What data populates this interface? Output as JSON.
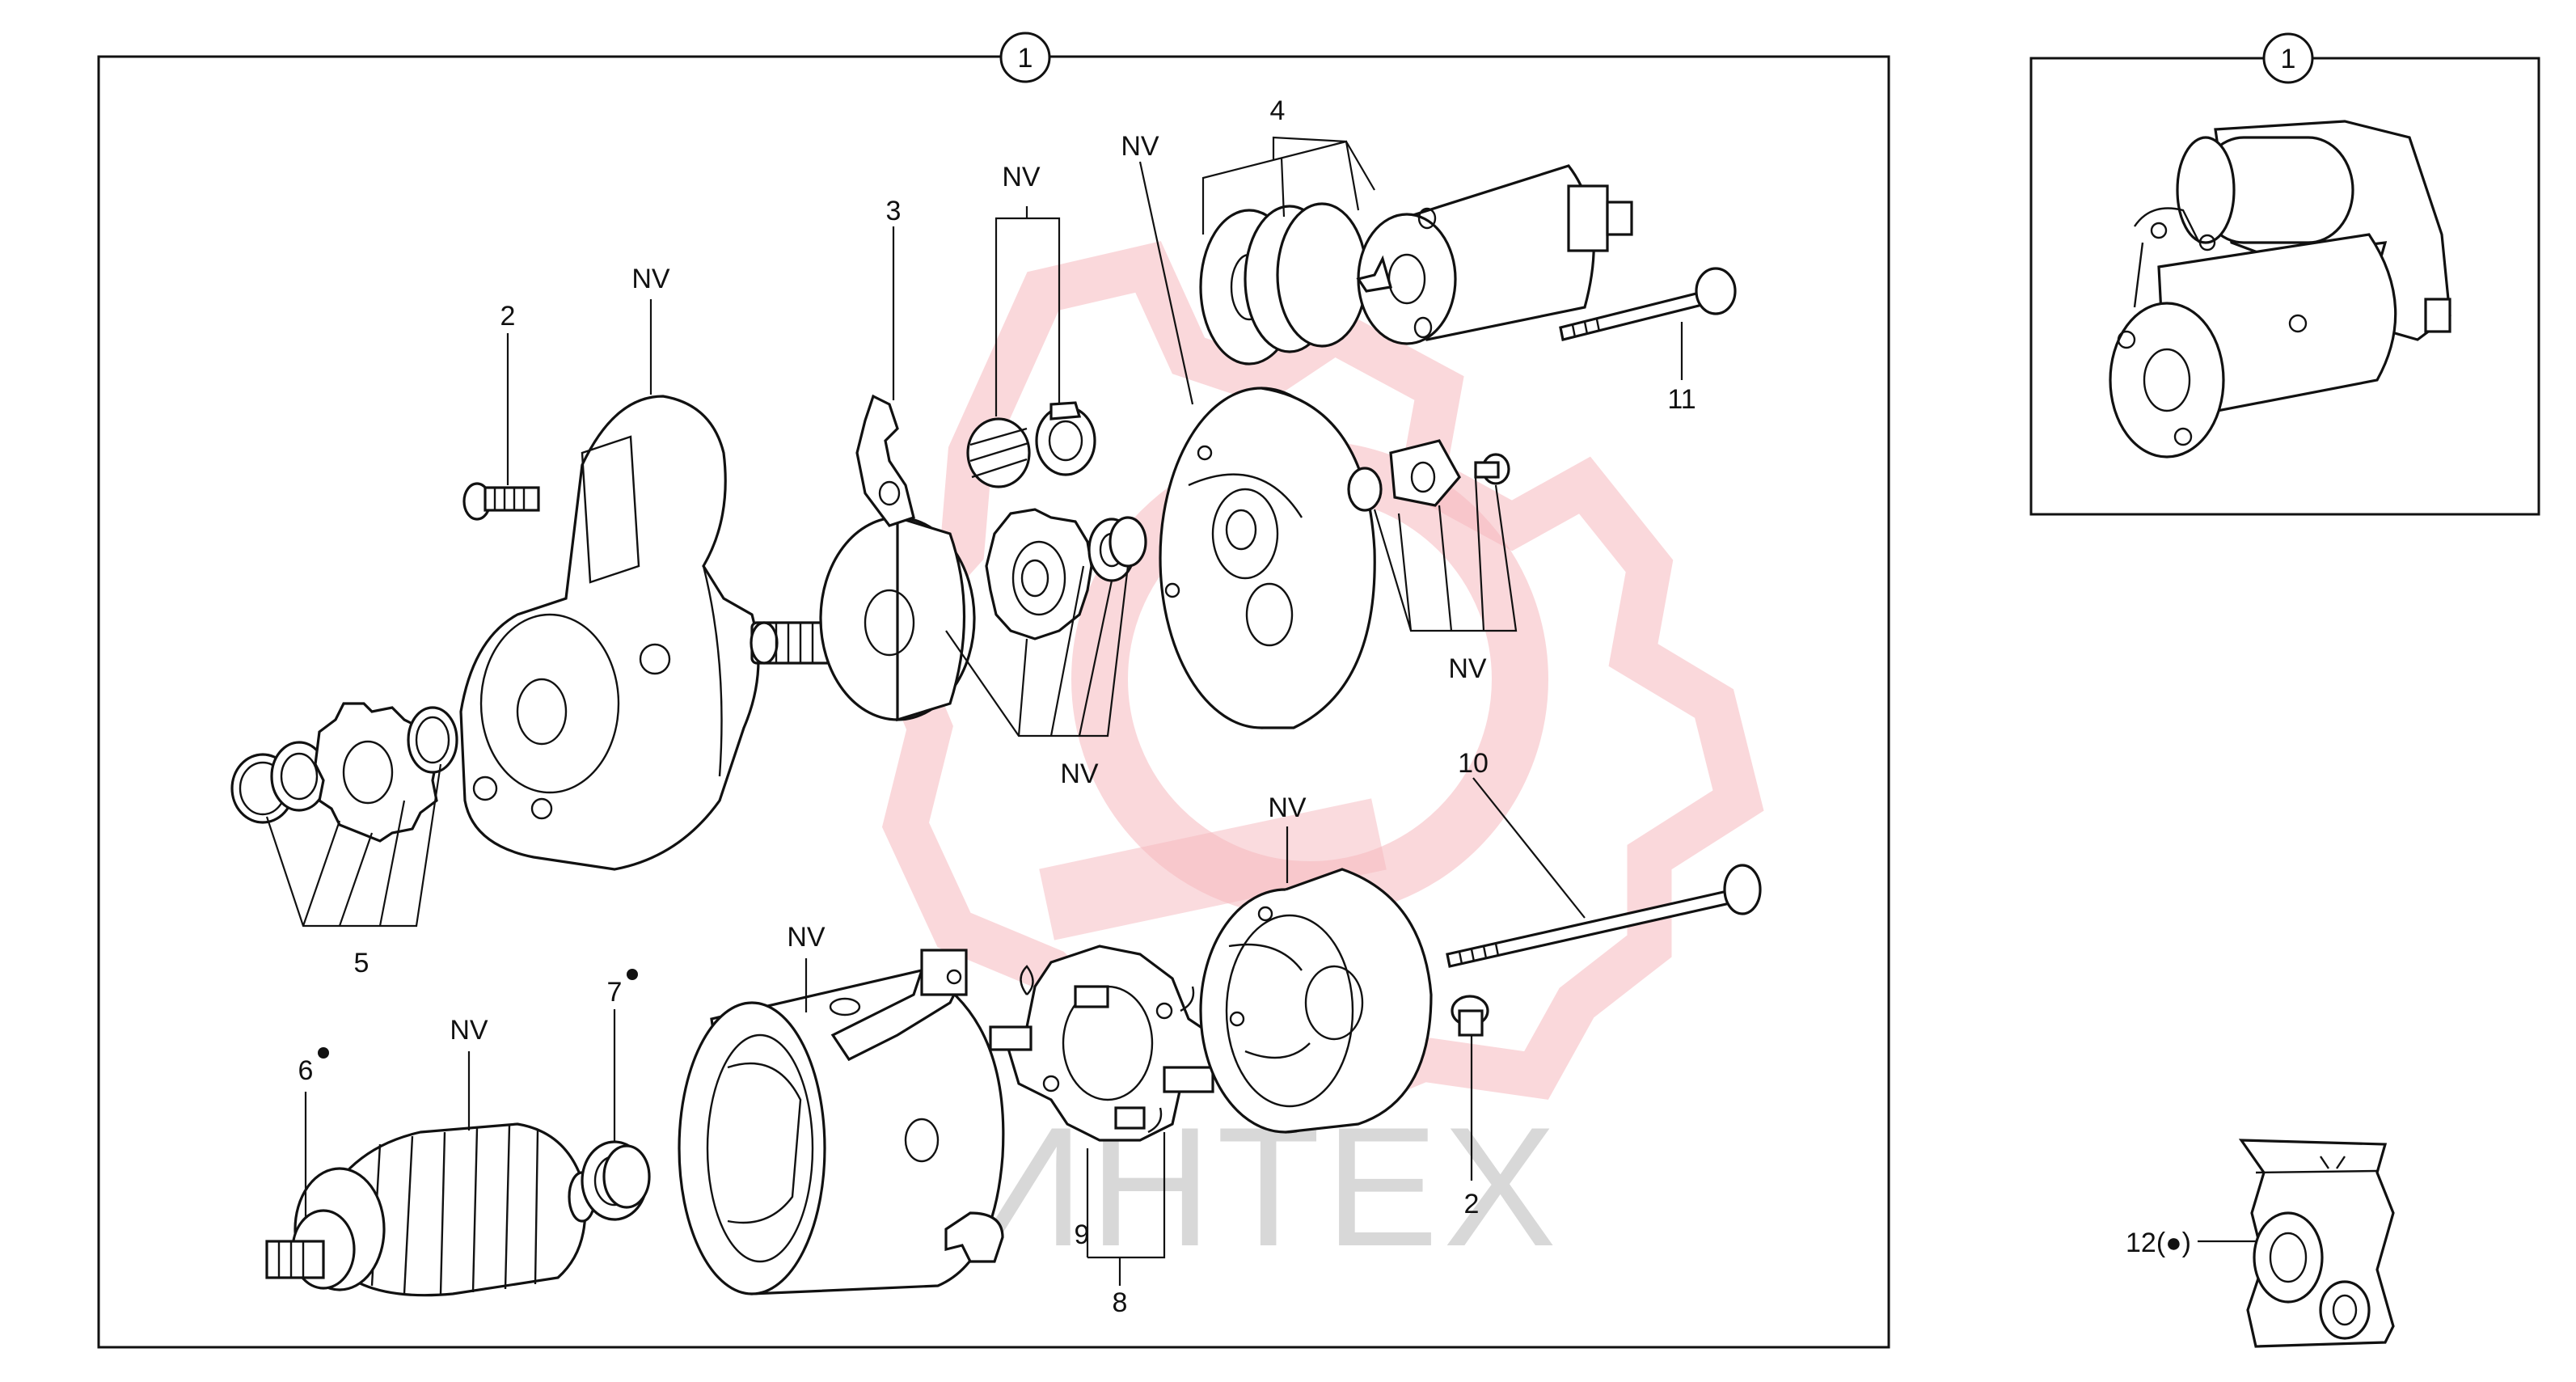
{
  "colors": {
    "ink": "#111111",
    "watermark_gear": "#f6b8be",
    "watermark_text": "#d8d8d8"
  },
  "watermark": {
    "text": "ИНТЕХ"
  },
  "frames": {
    "main": {
      "ref": "1"
    },
    "inset": {
      "ref": "1"
    }
  },
  "labels": [
    {
      "id": "pinion-group",
      "text": "5"
    },
    {
      "id": "screw-left",
      "text": "2"
    },
    {
      "id": "drive-housing",
      "text": "NV"
    },
    {
      "id": "lever",
      "text": "3"
    },
    {
      "id": "springs-top",
      "text": "NV"
    },
    {
      "id": "gear-group",
      "text": "NV"
    },
    {
      "id": "end-plate",
      "text": "NV"
    },
    {
      "id": "solenoid-group",
      "text": "4"
    },
    {
      "id": "solenoid-bolt",
      "text": "11"
    },
    {
      "id": "terminal-group",
      "text": "NV"
    },
    {
      "id": "armature-label",
      "text": "6"
    },
    {
      "id": "armature-nv",
      "text": "NV"
    },
    {
      "id": "bearing-label",
      "text": "7"
    },
    {
      "id": "yoke",
      "text": "NV"
    },
    {
      "id": "brush-holder-inner",
      "text": "9"
    },
    {
      "id": "brush-holder",
      "text": "8"
    },
    {
      "id": "end-cover",
      "text": "NV"
    },
    {
      "id": "through-bolt",
      "text": "10"
    },
    {
      "id": "screw-right",
      "text": "2"
    },
    {
      "id": "repair-kit",
      "text": "12(●)"
    }
  ]
}
